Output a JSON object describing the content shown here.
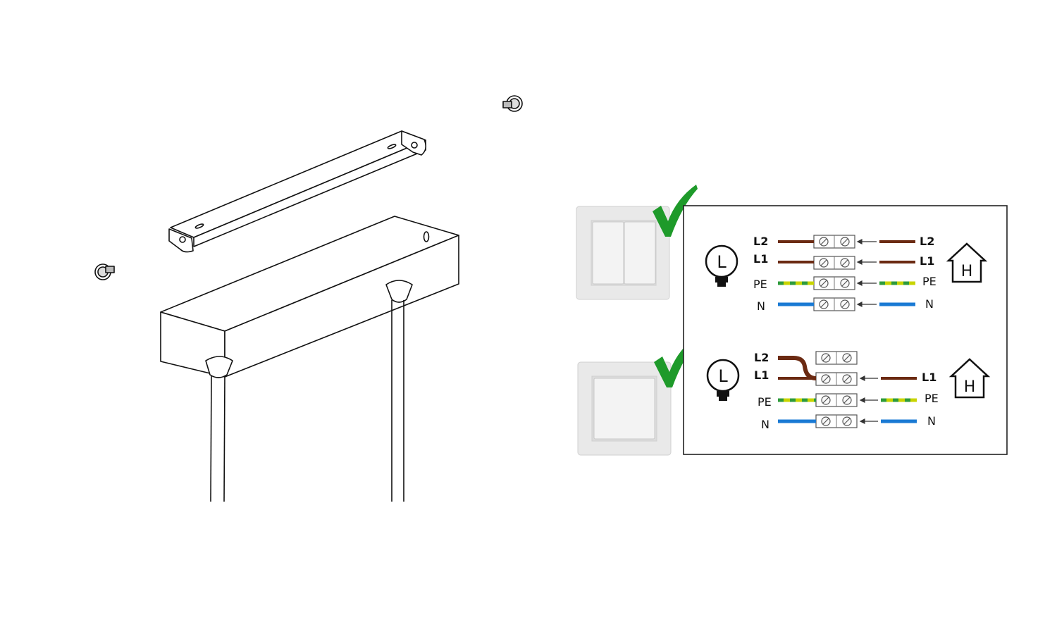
{
  "colors": {
    "live_wire": "#6b2a12",
    "earth_wire_a": "#c8d400",
    "earth_wire_b": "#2e9b3b",
    "neutral_wire": "#1a7ad4",
    "checkmark": "#1e9a2a",
    "switch_plate": "#e9e9e9"
  },
  "installation": {
    "icons": [
      "mounting-bracket",
      "canopy-box",
      "screw-left",
      "screw-right",
      "suspension-rods"
    ]
  },
  "wiring": {
    "double_switch": {
      "icon_lamp": "L",
      "icon_house": "H",
      "left_labels": [
        "L2",
        "L1",
        "PE",
        "N"
      ],
      "right_labels": [
        "L2",
        "L1",
        "PE",
        "N"
      ]
    },
    "single_switch": {
      "icon_lamp": "L",
      "icon_house": "H",
      "left_labels": [
        "L2",
        "L1",
        "PE",
        "N"
      ],
      "right_labels": [
        "L1",
        "PE",
        "N"
      ]
    }
  }
}
